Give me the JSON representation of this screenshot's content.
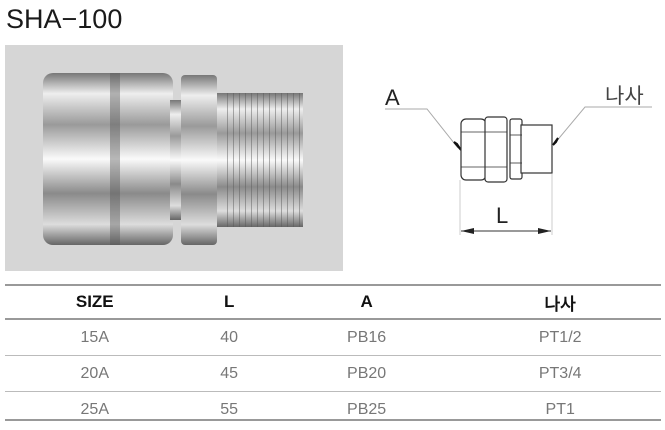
{
  "title": "SHA−100",
  "diagram": {
    "label_a": "A",
    "label_thread": "나사",
    "label_l": "L"
  },
  "table": {
    "headers": [
      "SIZE",
      "L",
      "A",
      "나사"
    ],
    "rows": [
      [
        "15A",
        "40",
        "PB16",
        "PT1/2"
      ],
      [
        "20A",
        "45",
        "PB20",
        "PT3/4"
      ],
      [
        "25A",
        "55",
        "PB25",
        "PT1"
      ]
    ]
  }
}
